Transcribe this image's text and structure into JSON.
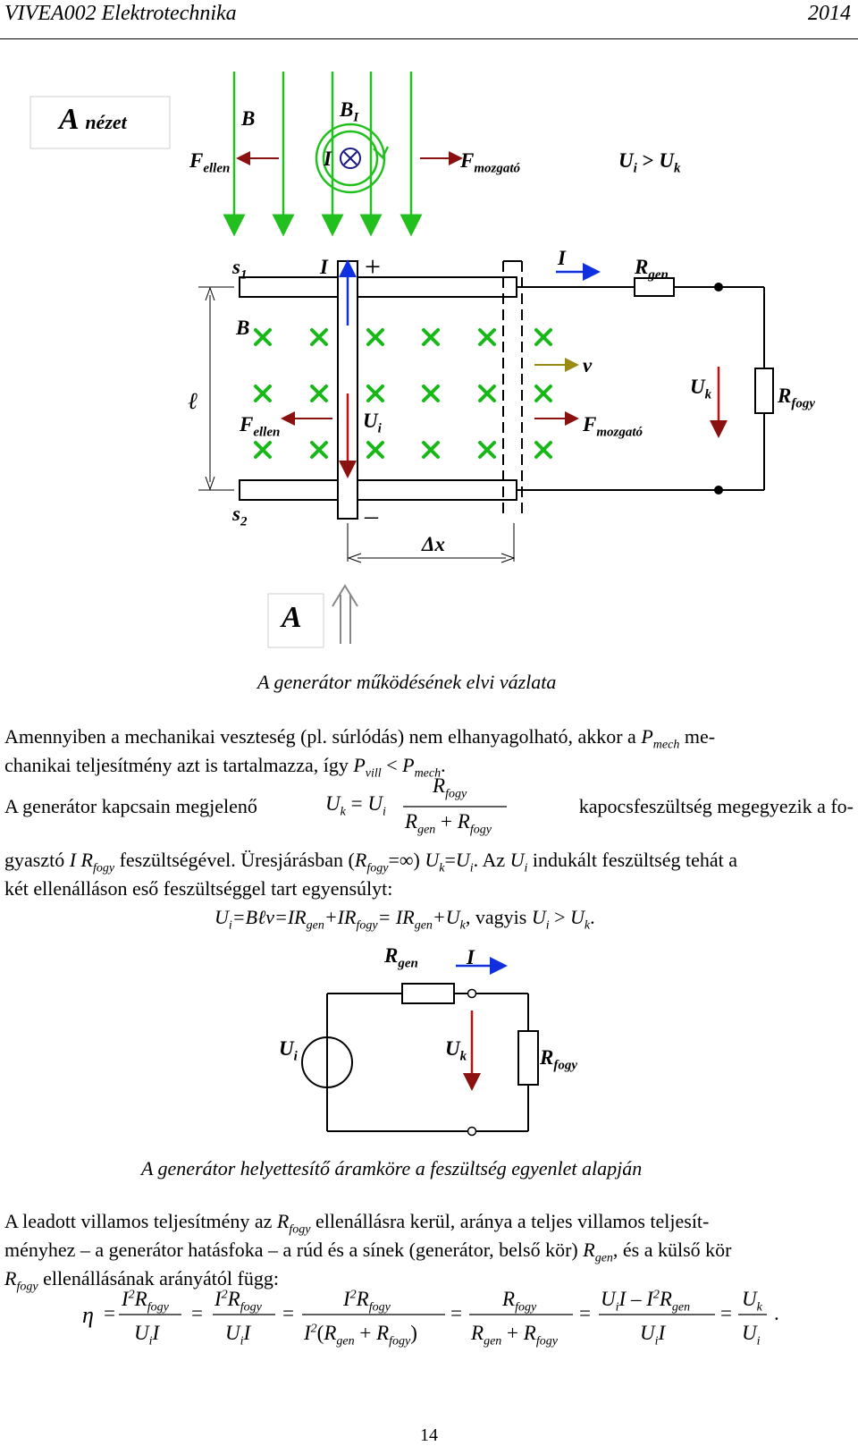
{
  "header": {
    "course": "VIVEA002 Elektrotechnika",
    "year": "2014"
  },
  "fig1": {
    "view_label": {
      "main": "A",
      "sub": "nézet"
    },
    "B": "B",
    "B_I": "B",
    "B_I_sub": "I",
    "I": "I",
    "F_ellen": "F",
    "F_ellen_sub": "ellen",
    "F_mozgato": "F",
    "F_mozgato_sub": "mozgató",
    "Ui_gt_Uk": {
      "U1": "U",
      "s1": "i",
      "gt": " > ",
      "U2": "U",
      "s2": "k"
    },
    "s1": "s",
    "s1_sub": "1",
    "s2": "s",
    "s2_sub": "2",
    "I_top": "I",
    "I_right": "I",
    "plus": "+",
    "minus": "–",
    "R_gen": "R",
    "R_gen_sub": "gen",
    "B2": "B",
    "v": "v",
    "ell": "ℓ",
    "U_k": "U",
    "U_k_sub": "k",
    "R_fogy": "R",
    "R_fogy_sub": "fogy",
    "F_ellen2": "F",
    "F_ellen2_sub": "ellen",
    "U_i": "U",
    "U_i_sub": "i",
    "F_mozgato2": "F",
    "F_mozgato2_sub": "mozgató",
    "delta_x": "Δx",
    "A_view": "A",
    "caption": "A generátor működésének elvi vázlata"
  },
  "text": {
    "p1_a": "Amennyiben a mechanikai veszteség (pl. súrlódás) nem elhanyagolható, akkor a ",
    "p1_P": "P",
    "p1_mech": "mech",
    "p1_b": " me-",
    "p1_c": "chanikai teljesítmény azt is tartalmazza, így ",
    "p1_Pvill": "P",
    "p1_vill": "vill",
    "p1_lt": " < ",
    "p1_P2": "P",
    "p1_mech2": "mech",
    "p1_dot": ".",
    "p2_a": "A generátor kapcsain megjelenő",
    "p2_b": "kapocsfeszültség megegyezik a fo-",
    "p2_c": "gyasztó ",
    "p2_I": "I",
    "p2_R": " R",
    "p2_fogy": "fogy",
    "p2_d": " feszültségével. Üresjárásban (",
    "p2_R2": "R",
    "p2_fogy2": "fogy",
    "p2_inf": "=∞) ",
    "p2_Uk": "U",
    "p2_k": "k",
    "p2_eq": "=",
    "p2_Ui": "U",
    "p2_i": "i",
    "p2_e": ". Az ",
    "p2_Ui2": "U",
    "p2_i2": "i",
    "p2_f": " indukált feszültség tehát a",
    "p3": "két ellenálláson eső feszültséggel tart egyensúlyt:",
    "eq_line": "=Bℓv=IR",
    "eq_U": "U",
    "eq_i": "i",
    "eq_gen": "gen",
    "eq_plus": "+IR",
    "eq_fogy": "fogy",
    "eq_eq": "= IR",
    "eq_gen2": "gen",
    "eq_plusU": "+U",
    "eq_k": "k",
    "eq_tail": ", vagyis ",
    "eq_U3": "U",
    "eq_i3": "i",
    "eq_gt": " > ",
    "eq_U4": "U",
    "eq_k4": "k",
    "eq_dot": "."
  },
  "formula1": {
    "lhs_U": "U",
    "lhs_k": "k",
    "eq": "=",
    "rhs_U": "U",
    "rhs_i": "i",
    "num_R": "R",
    "num_fogy": "fogy",
    "den_R1": "R",
    "den_gen": "gen",
    "den_plus": "+",
    "den_R2": "R",
    "den_fogy": "fogy"
  },
  "fig2": {
    "R_gen": "R",
    "R_gen_sub": "gen",
    "I": "I",
    "U_i": "U",
    "U_i_sub": "i",
    "U_k": "U",
    "U_k_sub": "k",
    "R_fogy": "R",
    "R_fogy_sub": "fogy",
    "caption": "A generátor helyettesítő áramköre a feszültség egyenlet alapján"
  },
  "text2": {
    "p4_a": "A leadott villamos teljesítmény az ",
    "p4_R": "R",
    "p4_fogy": "fogy",
    "p4_b": " ellenállásra kerül, aránya a teljes villamos teljesít-",
    "p5_a": "ményhez – a generátor hatásfoka – a rúd és a sínek (generátor, belső kör) ",
    "p5_R": "R",
    "p5_gen": "gen",
    "p5_b": ", és a külső kör",
    "p6_R": "R",
    "p6_fogy": "fogy",
    "p6_b": " ellenállásának arányától függ:"
  },
  "efficiency": {
    "eta": "η",
    "eq": "=",
    "t1_num": "I",
    "t1_num_sup": "2",
    "t1_num_R": "R",
    "t1_num_sub": "fogy",
    "t1_den": "U",
    "t1_den_sub": "i",
    "t1_den_I": "I",
    "t2_num": "I",
    "t2_num_sup": "2",
    "t2_num_R": "R",
    "t2_num_sub": "fogy",
    "t2_den": "U",
    "t2_den_sub": "i",
    "t2_den_I": "I",
    "t3_num": "I",
    "t3_num_sup": "2",
    "t3_num_R": "R",
    "t3_num_sub": "fogy",
    "t3_den_I": "I",
    "t3_den_sup": "2",
    "t3_den_R1": "R",
    "t3_den_gen": "gen",
    "t3_den_plus": "+",
    "t3_den_R2": "R",
    "t3_den_fogy": "fogy",
    "t4_num": "R",
    "t4_num_sub": "fogy",
    "t4_den_R1": "R",
    "t4_den_gen": "gen",
    "t4_den_plus": "+",
    "t4_den_R2": "R",
    "t4_den_fogy": "fogy",
    "t5_num_U": "U",
    "t5_num_i": "i",
    "t5_num_I": "I",
    "t5_num_minus": "–",
    "t5_num_I2": "I",
    "t5_num_sup": "2",
    "t5_num_R": "R",
    "t5_num_gen": "gen",
    "t5_den": "U",
    "t5_den_sub": "i",
    "t5_den_I": "I",
    "t6_num": "U",
    "t6_num_sub": "k",
    "t6_den": "U",
    "t6_den_sub": "i",
    "dot": "."
  },
  "page_number": "14",
  "colors": {
    "field": "#22c01e",
    "arrow_red": "#8b1010",
    "arrow_blue": "#1030e0",
    "arrow_olive": "#9a8a10",
    "cross": "#18b818"
  }
}
